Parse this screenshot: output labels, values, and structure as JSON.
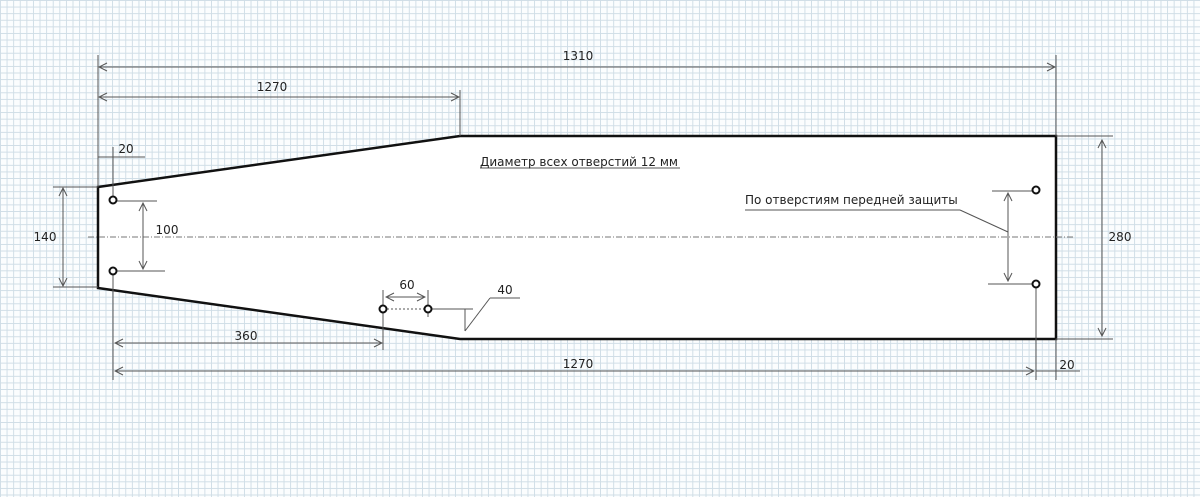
{
  "drawing": {
    "note_hole_diameter": "Диаметр всех отверстий 12 мм",
    "note_front_guard": "По отверстиям передней защиты",
    "dimensions": {
      "overall_length": "1310",
      "taper_length_top": "1270",
      "edge_offset_top": "20",
      "left_height": "140",
      "left_hole_spacing": "100",
      "bottom_hole_offset": "360",
      "bottom_hole_spacing": "60",
      "bottom_hole_edge": "40",
      "bottom_length": "1270",
      "right_height": "280",
      "edge_offset_bottom": "20"
    }
  }
}
